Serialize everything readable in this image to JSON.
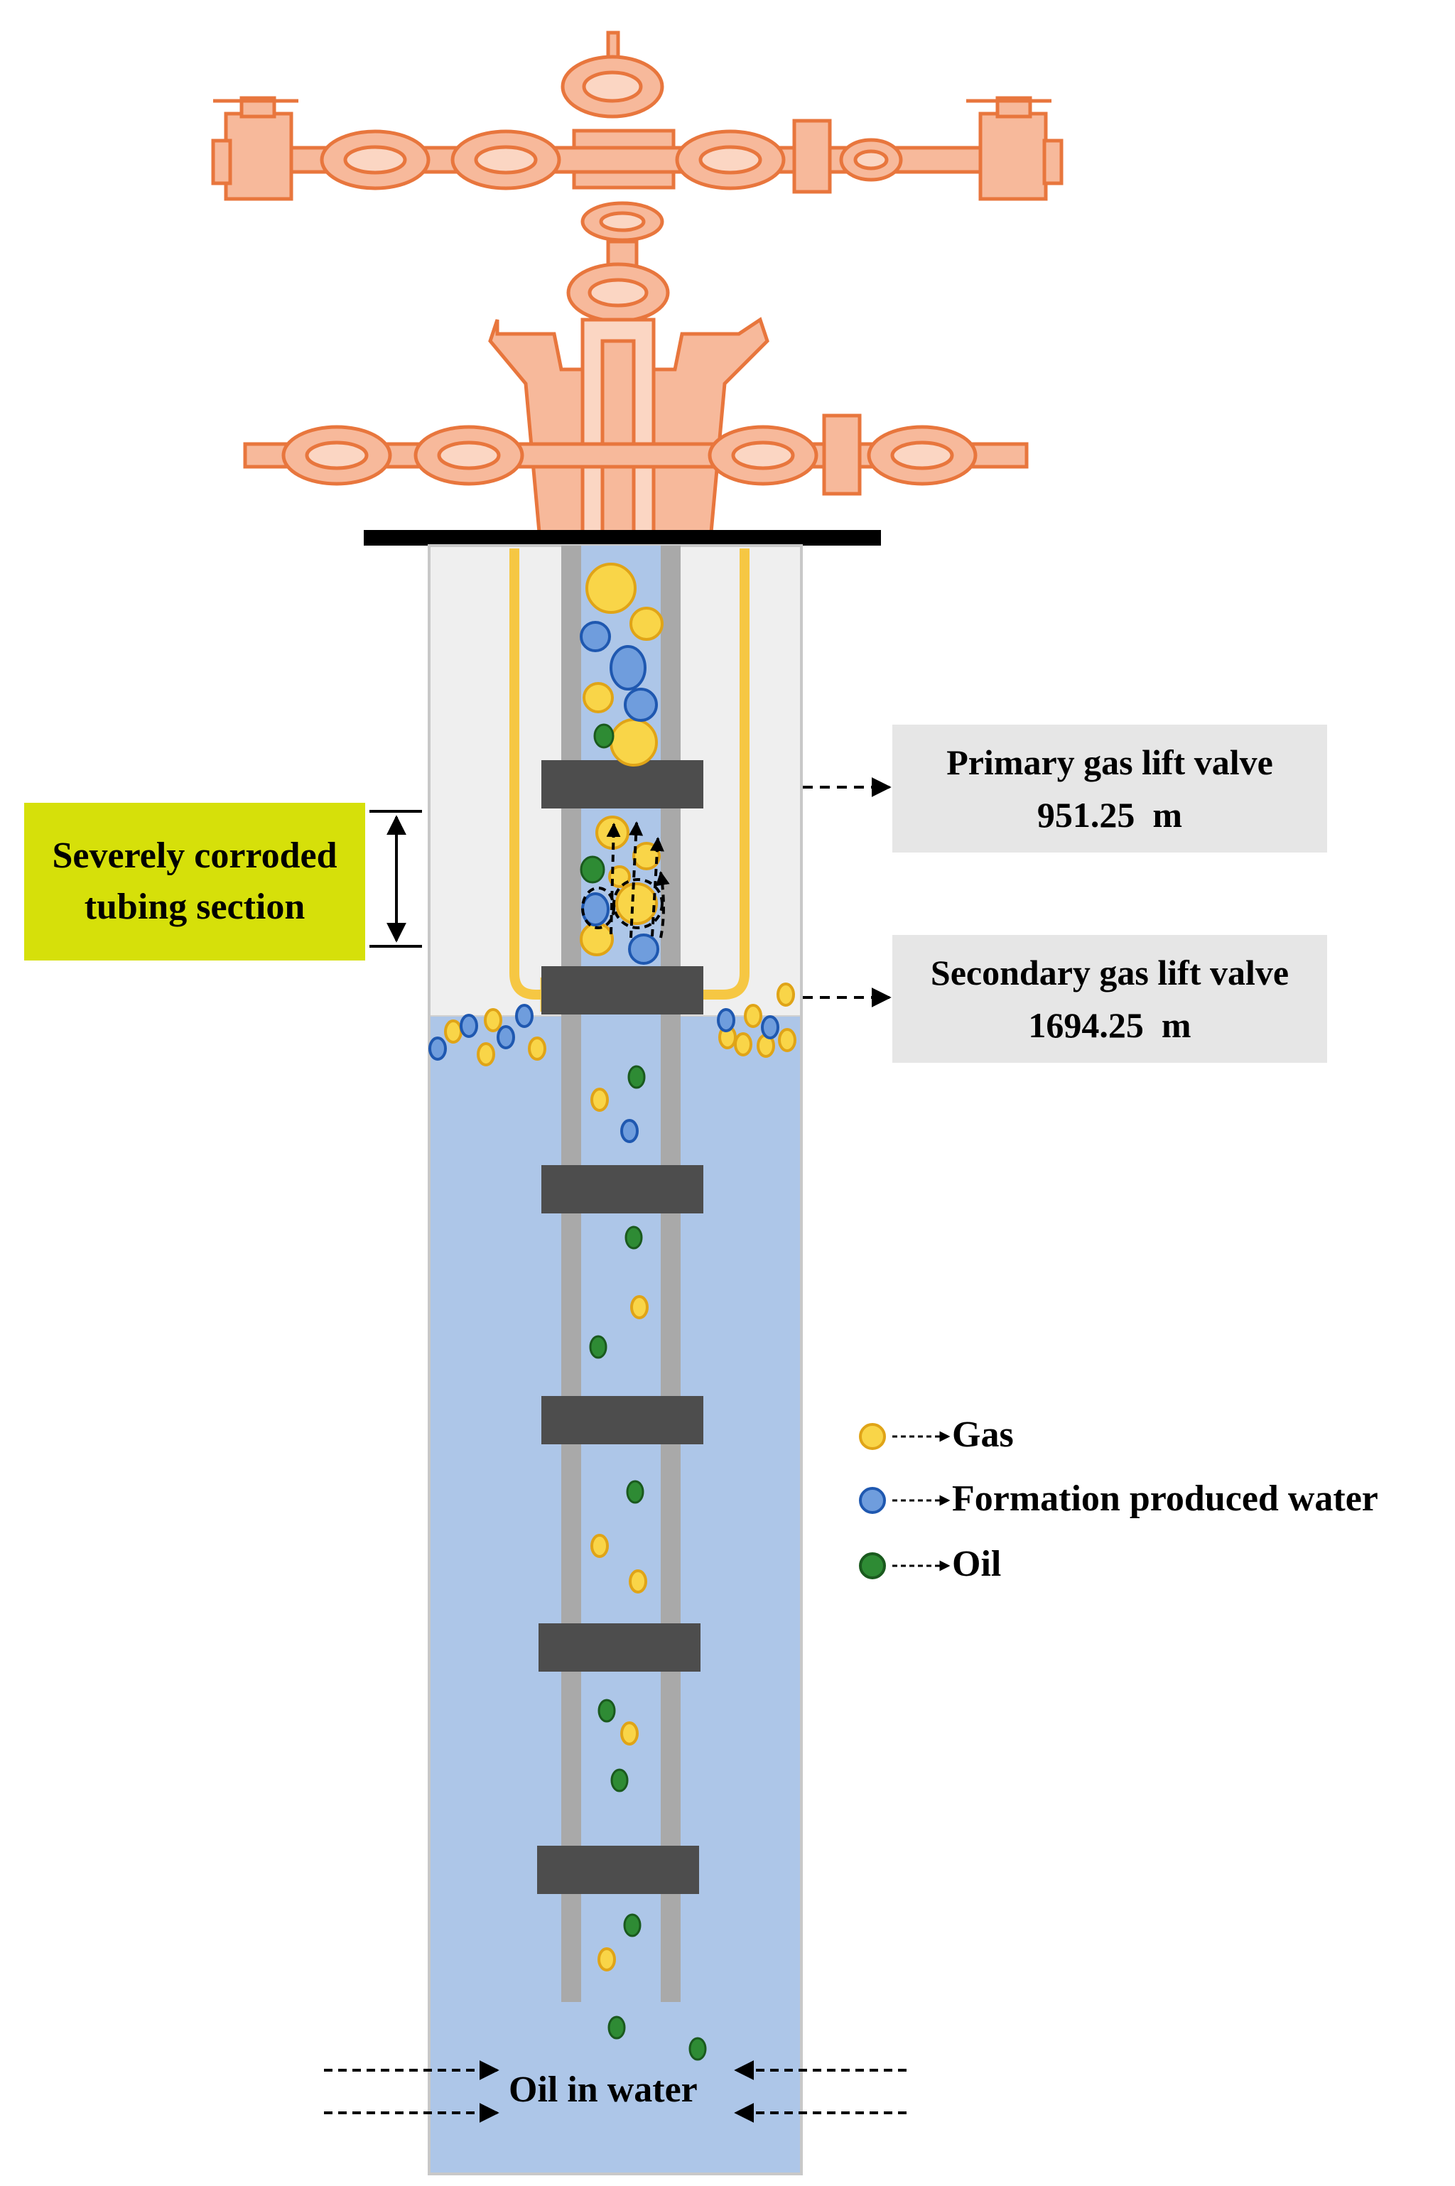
{
  "labels": {
    "primary_valve": {
      "line1": "Primary gas lift valve",
      "line2": "951.25  m"
    },
    "secondary_valve": {
      "line1": "Secondary gas lift valve",
      "line2": "1694.25  m"
    },
    "corroded_section": {
      "line1": "Severely corroded",
      "line2": "tubing section"
    },
    "bottom": "Oil in water"
  },
  "legend": [
    {
      "label": "Gas",
      "color": "#f9d548",
      "stroke": "#e0a417"
    },
    {
      "label": "Formation produced water",
      "color": "#6f9ddd",
      "stroke": "#1f58b0"
    },
    {
      "label": "Oil",
      "color": "#2e8b34",
      "stroke": "#1a5a1e"
    }
  ],
  "colors": {
    "wellhead": "#f2a98a",
    "wellhead_stroke": "#e06a2f",
    "fluid": "#adc6e8",
    "annulus_gas": "#efefef",
    "tubing_wall": "#a9a9a9",
    "packer": "#4d4d4d",
    "gas_line": "#f6c743",
    "corroded_highlight": "#d6e00a"
  },
  "icons": [
    "wellhead-christmas-tree-icon",
    "gas-bubble-icon",
    "water-droplet-icon",
    "oil-droplet-icon"
  ]
}
